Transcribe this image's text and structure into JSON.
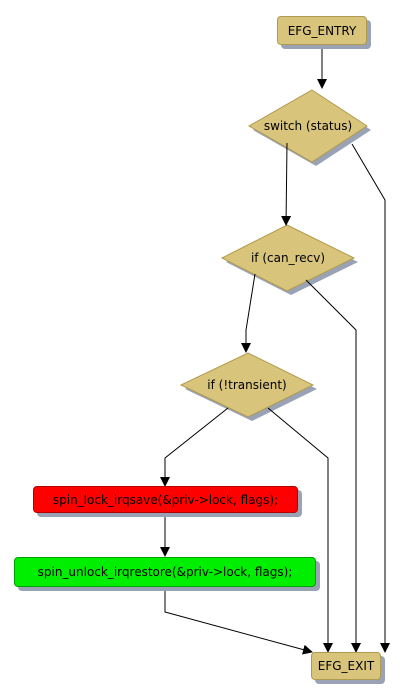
{
  "nodes": {
    "entry": "EFG_ENTRY",
    "switch_status": "switch (status)",
    "if_can_recv": "if (can_recv)",
    "if_not_transient": "if (!transient)",
    "lock_call": "spin_lock_irqsave(&priv->lock, flags);",
    "unlock_call": "spin_unlock_irqrestore(&priv->lock, flags);",
    "exit": "EFG_EXIT"
  },
  "colors": {
    "node_fill": "#d9c47c",
    "lock_fill": "#ff0000",
    "unlock_fill": "#00ee00",
    "shadow": "#9aa3b5",
    "edge": "#000000"
  }
}
